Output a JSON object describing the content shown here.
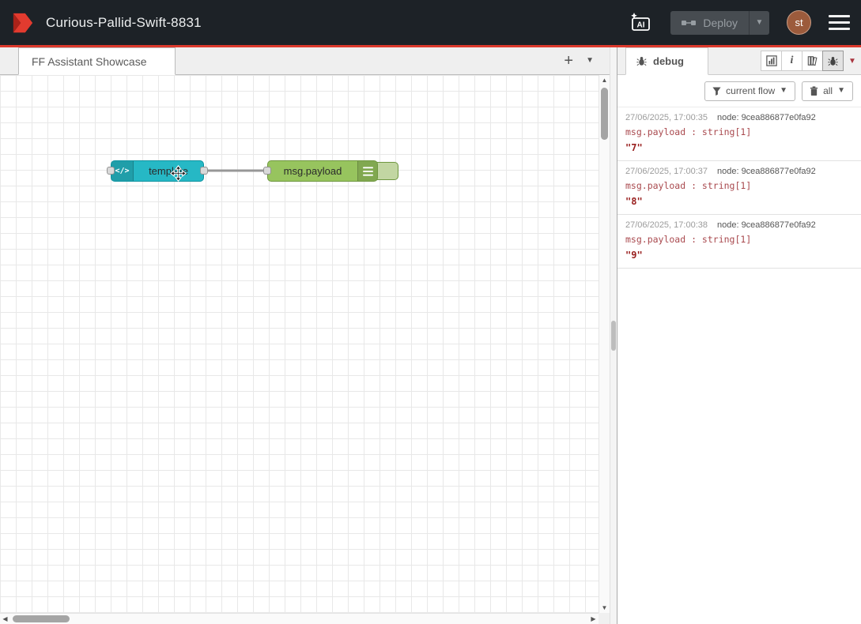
{
  "header": {
    "title": "Curious-Pallid-Swift-8831",
    "ai_badge": "AI",
    "deploy": {
      "label": "Deploy"
    },
    "avatar": {
      "initials": "st"
    }
  },
  "workspace": {
    "tab": {
      "label": "FF Assistant Showcase"
    },
    "add_button": "+"
  },
  "flow": {
    "nodes": [
      {
        "type": "template",
        "label": "template",
        "icon_text": "</>"
      },
      {
        "type": "debug",
        "label": "msg.payload"
      }
    ]
  },
  "sidebar": {
    "tab_label": "debug",
    "toolbar": {
      "flow_filter": "current flow",
      "clear_scope": "all"
    },
    "messages": [
      {
        "timestamp": "27/06/2025, 17:00:35",
        "node_id": "node: 9cea886877e0fa92",
        "property": "msg.payload : string[1]",
        "value": "\"7\""
      },
      {
        "timestamp": "27/06/2025, 17:00:37",
        "node_id": "node: 9cea886877e0fa92",
        "property": "msg.payload : string[1]",
        "value": "\"8\""
      },
      {
        "timestamp": "27/06/2025, 17:00:38",
        "node_id": "node: 9cea886877e0fa92",
        "property": "msg.payload : string[1]",
        "value": "\"9\""
      }
    ]
  },
  "colors": {
    "accent_red": "#dc392c",
    "header_bg": "#1d2227",
    "template_node": "#26b8c5",
    "debug_node": "#97c45e"
  }
}
